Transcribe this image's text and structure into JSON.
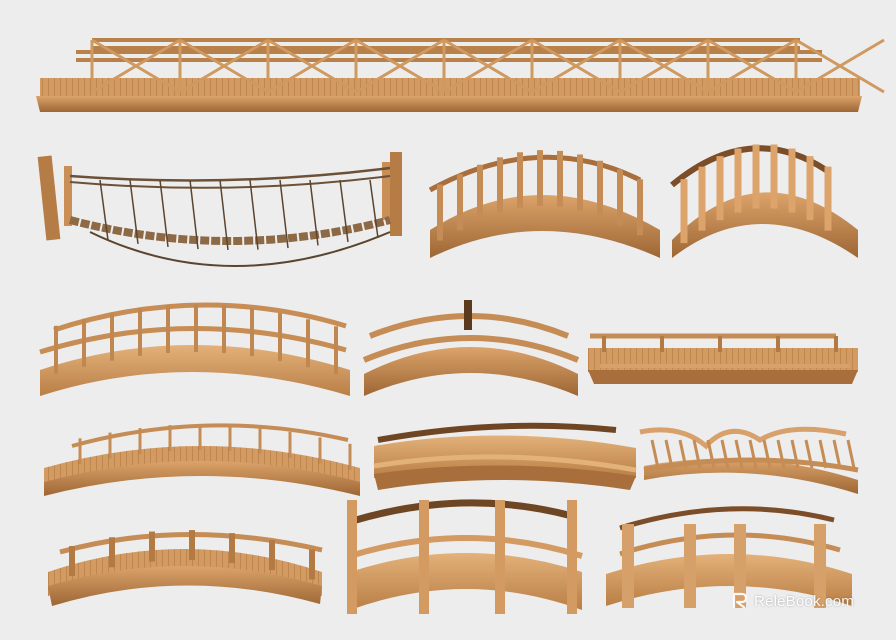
{
  "colors": {
    "background": "#ededed",
    "wood_light": "#e7b883",
    "wood_mid": "#d39b62",
    "wood_dark": "#a86e3b",
    "wood_shadow": "#7b4d28",
    "rope": "#6b5138"
  },
  "watermark": {
    "text": "ReleBook.com",
    "icon": "relebook-logo-icon"
  },
  "bridges": [
    {
      "id": "long-flat-deck-bridge",
      "style": "flat-truss"
    },
    {
      "id": "rope-suspension-bridge",
      "style": "rope"
    },
    {
      "id": "tall-arch-slat-bridge",
      "style": "arch-slat"
    },
    {
      "id": "steep-arch-slat-bridge",
      "style": "arch-slat"
    },
    {
      "id": "arched-rail-bridge",
      "style": "arch-rail"
    },
    {
      "id": "small-humped-bridge",
      "style": "arch-rail"
    },
    {
      "id": "flat-plank-bridge",
      "style": "flat-plank"
    },
    {
      "id": "gentle-arch-bridge",
      "style": "arch-rail"
    },
    {
      "id": "solid-side-arch-bridge",
      "style": "arch-solid"
    },
    {
      "id": "rustic-branch-bridge",
      "style": "rustic"
    },
    {
      "id": "low-arch-rail-bridge",
      "style": "arch-rail"
    },
    {
      "id": "japanese-post-bridge",
      "style": "post"
    },
    {
      "id": "japanese-finial-bridge",
      "style": "post"
    }
  ]
}
